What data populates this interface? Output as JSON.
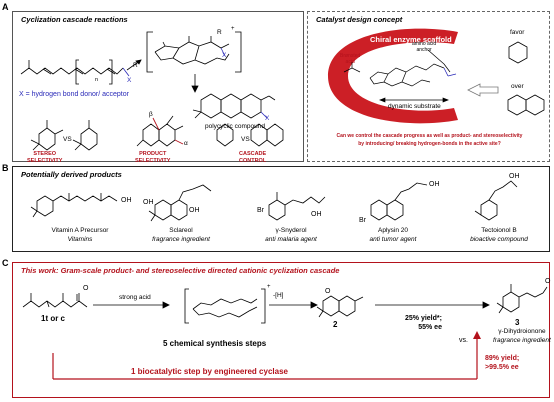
{
  "sections": {
    "a": "A",
    "b": "B",
    "c": "C"
  },
  "panel_a_left": {
    "title": "Cyclization cascade reactions",
    "charge": "+",
    "r_label": "R",
    "x_label": "X",
    "n_label": "n",
    "legend": "X = hydrogen bond donor/ acceptor",
    "product": "polycyclic compound",
    "vs1": "VS",
    "vs2": "VS",
    "beta": "β",
    "alpha": "α",
    "stereo": [
      "STEREO",
      "SELECTIVITY"
    ],
    "product_sel": [
      "PRODUCT",
      "SELECTIVITY"
    ],
    "cascade": [
      "CASCADE",
      "CONTROL"
    ]
  },
  "panel_a_right": {
    "title": "Catalyst design concept",
    "enzyme": "Chiral enzyme scaffold",
    "bronsted": [
      "Brønsted",
      "acid"
    ],
    "anchor": [
      "amino acid",
      "anchor"
    ],
    "dynamic": "dynamic substrate",
    "favor": "favor",
    "over": "over",
    "question": [
      "Can we control the cascade progress as well as product- and stereoselectivity",
      "by introducing/ breaking hydrogen-bonds in the active site?"
    ]
  },
  "panel_b": {
    "title": "Potentially derived products",
    "compounds": [
      {
        "name": "Vitamin A Precursor",
        "role": "Vitamins"
      },
      {
        "name": "Sclareol",
        "role": "fragrance ingredient"
      },
      {
        "name": "γ-Snyderol",
        "role": "anti malaria agent"
      },
      {
        "name": "Aplysin 20",
        "role": "anti tumor agent"
      },
      {
        "name": "Tectoionol B",
        "role": "bioactive compound"
      }
    ]
  },
  "panel_c": {
    "title": "This work: Gram-scale product- and stereoselective directed cationic cyclization cascade",
    "strong_acid": "strong acid",
    "minus_h": "-[H]",
    "plus": "+",
    "start": "1t or c",
    "cmp2": "2",
    "cmp3": "3",
    "chem_steps": "5 chemical synthesis steps",
    "yield_chem": [
      "25% yield*;",
      "55% ee"
    ],
    "vs": "vs.",
    "product_name": [
      "γ-Dihydroionone",
      "fragrance ingredient"
    ],
    "bio_step": "1 biocatalytic step by engineered cyclase",
    "yield_bio": [
      "89% yield;",
      ">99.5% ee"
    ]
  }
}
